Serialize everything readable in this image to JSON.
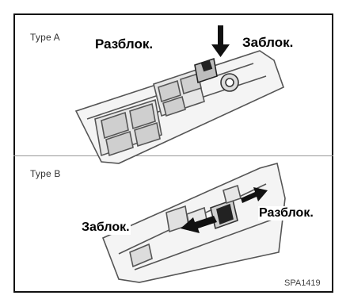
{
  "panel_a": {
    "type_label": "Type A",
    "unlock_label": "Разблок.",
    "lock_label": "Заблок."
  },
  "panel_b": {
    "type_label": "Type B",
    "unlock_label": "Разблок.",
    "lock_label": "Заблок."
  },
  "figure_code": "SPA1419",
  "colors": {
    "ink": "#111111",
    "line": "#555555",
    "panel_shade": "#d9d9d9",
    "background": "#ffffff"
  }
}
